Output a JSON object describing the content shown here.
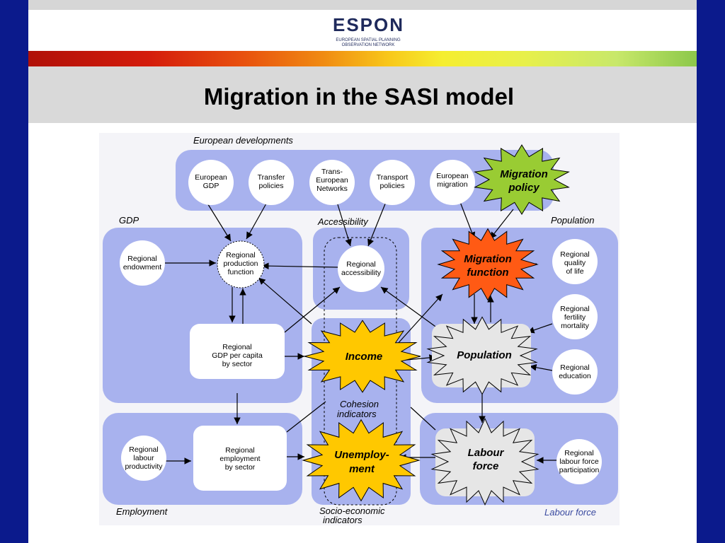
{
  "slide": {
    "title": "Migration in the SASI model",
    "logo": {
      "word": "ESPON",
      "subtitle_line1": "EUROPEAN SPATIAL PLANNING",
      "subtitle_line2": "OBSERVATION NETWORK"
    }
  },
  "colors": {
    "panel": "#a8b2ee",
    "star_green": "#99cc33",
    "star_orange": "#ff5a14",
    "star_yellow": "#ffc800",
    "star_grey": "#e6e6e6",
    "background": "#0b1a8c"
  },
  "groups": {
    "european": "European developments",
    "gdp": "GDP",
    "accessibility": "Accessibility",
    "population": "Population",
    "employment": "Employment",
    "cohesion": [
      "Cohesion",
      "indicators"
    ],
    "socio": [
      "Socio-economic",
      "indicators"
    ],
    "labour_force": "Labour force"
  },
  "nodes": {
    "european_gdp": [
      "European",
      "GDP"
    ],
    "transfer_policies": [
      "Transfer",
      "policies"
    ],
    "ten": [
      "Trans-",
      "European",
      "Networks"
    ],
    "transport_policies": [
      "Transport",
      "policies"
    ],
    "european_migration": [
      "European",
      "migration"
    ],
    "migration_policy": [
      "Migration",
      "policy"
    ],
    "regional_endowment": [
      "Regional",
      "endowment"
    ],
    "regional_production_function": [
      "Regional",
      "production",
      "function"
    ],
    "regional_accessibility": [
      "Regional",
      "accessibility"
    ],
    "migration_function": [
      "Migration",
      "function"
    ],
    "quality_of_life": [
      "Regional",
      "quality",
      "of life"
    ],
    "fertility_mortality": [
      "Regional",
      "fertility",
      "mortality"
    ],
    "gdp_per_capita": [
      "Regional",
      "GDP per capita",
      "by sector"
    ],
    "income": [
      "Income"
    ],
    "population": [
      "Population"
    ],
    "regional_education": [
      "Regional",
      "education"
    ],
    "labour_productivity": [
      "Regional",
      "labour",
      "productivity"
    ],
    "regional_employment": [
      "Regional",
      "employment",
      "by sector"
    ],
    "unemployment": [
      "Unemploy-",
      "ment"
    ],
    "labour_force": [
      "Labour",
      "force"
    ],
    "labour_force_participation": [
      "Regional",
      "labour force",
      "participation"
    ]
  }
}
